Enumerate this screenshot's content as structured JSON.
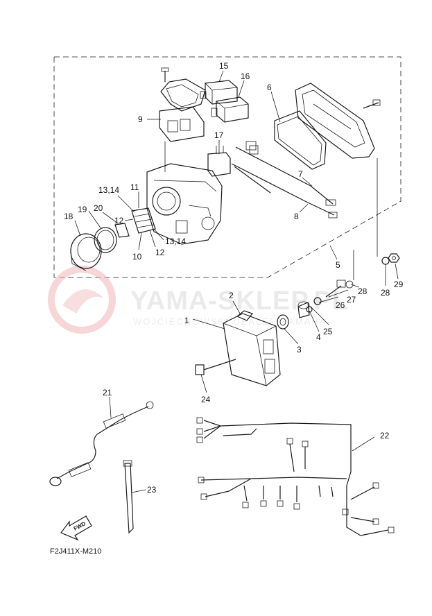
{
  "diagram": {
    "code": "F2J411X-M210",
    "fwd_label": "FWD",
    "watermark": {
      "brand": "YAMA-SKLEP.PL",
      "sub": "WOJCIECHOWSKI DEALER YAMAHA",
      "accent_color": "#e05a5a"
    },
    "callouts": [
      {
        "id": "c1",
        "text": "1"
      },
      {
        "id": "c2",
        "text": "2"
      },
      {
        "id": "c3",
        "text": "3"
      },
      {
        "id": "c4",
        "text": "4"
      },
      {
        "id": "c5",
        "text": "5"
      },
      {
        "id": "c6",
        "text": "6"
      },
      {
        "id": "c7",
        "text": "7"
      },
      {
        "id": "c8",
        "text": "8"
      },
      {
        "id": "c9",
        "text": "9"
      },
      {
        "id": "c10",
        "text": "10"
      },
      {
        "id": "c11",
        "text": "11"
      },
      {
        "id": "c12a",
        "text": "12"
      },
      {
        "id": "c12b",
        "text": "12"
      },
      {
        "id": "c1314a",
        "text": "13,14"
      },
      {
        "id": "c1314b",
        "text": "13,14"
      },
      {
        "id": "c15",
        "text": "15"
      },
      {
        "id": "c16",
        "text": "16"
      },
      {
        "id": "c17",
        "text": "17"
      },
      {
        "id": "c18",
        "text": "18"
      },
      {
        "id": "c19",
        "text": "19"
      },
      {
        "id": "c20",
        "text": "20"
      },
      {
        "id": "c21",
        "text": "21"
      },
      {
        "id": "c22",
        "text": "22"
      },
      {
        "id": "c23",
        "text": "23"
      },
      {
        "id": "c24",
        "text": "24"
      },
      {
        "id": "c25",
        "text": "25"
      },
      {
        "id": "c26",
        "text": "26"
      },
      {
        "id": "c27",
        "text": "27"
      },
      {
        "id": "c28",
        "text": "28"
      },
      {
        "id": "c29",
        "text": "29"
      }
    ]
  }
}
